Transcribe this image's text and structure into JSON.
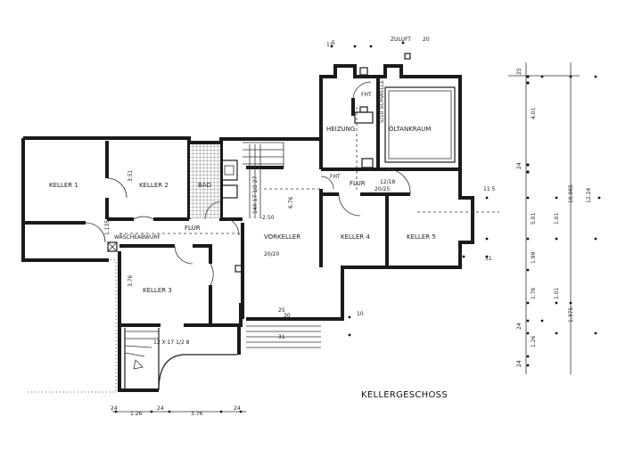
{
  "title": "KELLERGESCHOSS",
  "rooms": {
    "keller1": "KELLER 1",
    "keller2": "KELLER 2",
    "keller3": "KELLER 3",
    "keller4": "KELLER 4",
    "keller5": "KELLER 5",
    "bad": "BAD",
    "flur_left": "FLUR",
    "flur_right": "FLUR",
    "vorkeller": "VORKELLER",
    "heizung": "HEIZUNG",
    "oeltankraum": "ÖLTANKRAUM",
    "waescheabwurf": "WÄSCHEABWURF",
    "fht1": "FHT",
    "fht2": "FHT",
    "schwelle": "5/10 SCHWELLE"
  },
  "annotations": {
    "zuluft": "ZULUFT",
    "zuluft_val": "20",
    "stairs_main": "12 X 17 1/2 8",
    "stairs_upper": "14X 17 1/2 27",
    "vorkeller_door": "20/20",
    "flur_door": "12/18",
    "flur_door2": "20/25",
    "level": "-2.50",
    "k2_dim": "3.51",
    "k3_dim": "3.76",
    "vork_dim": "6.76",
    "bad_dim": "1.135"
  },
  "dims_bottom": [
    "24",
    "1.26",
    "24",
    "3.76",
    "24"
  ],
  "dims_right_col1": [
    "25",
    "4.01",
    "24",
    "5.01",
    "1.01",
    "1.99",
    "1.76",
    "1.01",
    "24",
    "1.26",
    "24"
  ],
  "dims_right_col2": [
    "10.865",
    "12.24",
    "1.375"
  ],
  "dims_misc": [
    "11",
    "5",
    "51",
    "11 5",
    "25",
    "30",
    "31",
    "10"
  ]
}
